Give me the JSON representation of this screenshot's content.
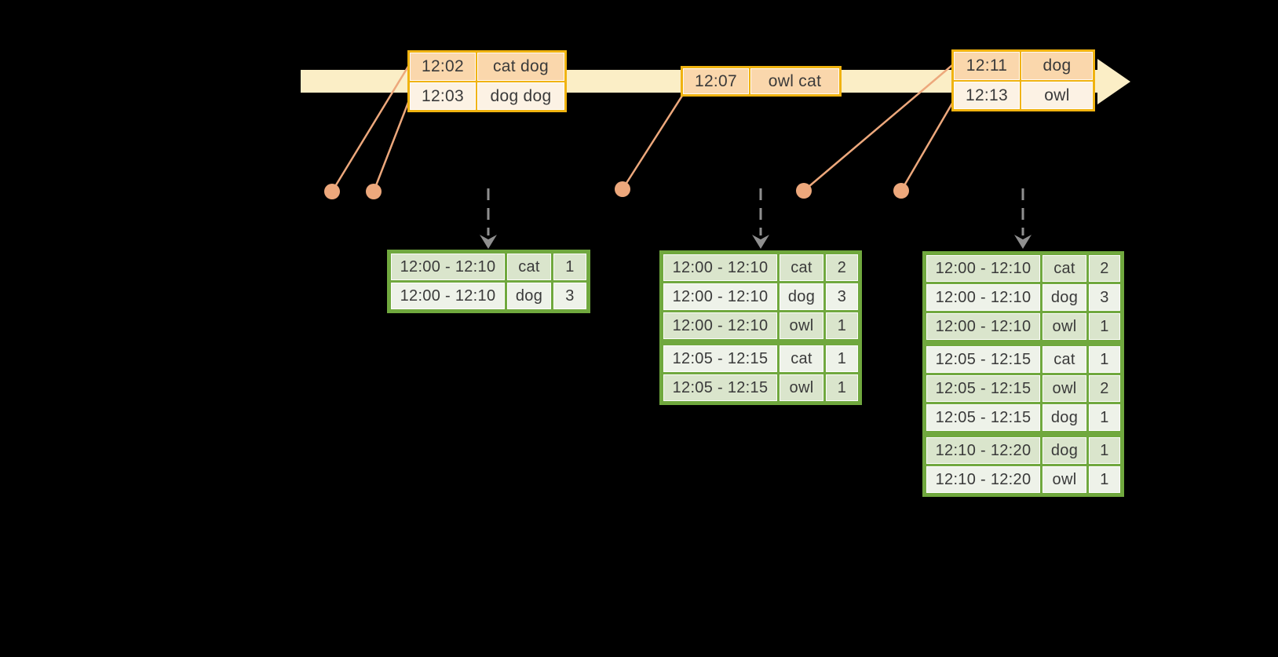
{
  "colors": {
    "background": "#000000",
    "band": "#FBEEC6",
    "orange-border": "#F0B310",
    "peach-dark": "#FAD7AC",
    "peach-light": "#FCF2E4",
    "dot": "#EDA87C",
    "green-border": "#70A83E",
    "green-dark": "#DAE5CC",
    "green-light": "#EEF2E9",
    "arrow-gray": "#8F8F8F",
    "ink": "#3A3A3A"
  },
  "timeline_events": [
    {
      "rows": [
        {
          "time": "12:02",
          "words": "cat dog"
        },
        {
          "time": "12:03",
          "words": "dog dog"
        }
      ]
    },
    {
      "rows": [
        {
          "time": "12:07",
          "words": "owl cat"
        }
      ]
    },
    {
      "rows": [
        {
          "time": "12:11",
          "words": "dog"
        },
        {
          "time": "12:13",
          "words": "owl"
        }
      ]
    }
  ],
  "result_tables": [
    {
      "rows": [
        {
          "window": "12:00 - 12:10",
          "word": "cat",
          "count": "1"
        },
        {
          "window": "12:00 - 12:10",
          "word": "dog",
          "count": "3"
        }
      ]
    },
    {
      "rows": [
        {
          "window": "12:00 - 12:10",
          "word": "cat",
          "count": "2"
        },
        {
          "window": "12:00 - 12:10",
          "word": "dog",
          "count": "3"
        },
        {
          "window": "12:00 - 12:10",
          "word": "owl",
          "count": "1"
        },
        {
          "window": "12:05 - 12:15",
          "word": "cat",
          "count": "1",
          "new_group": true
        },
        {
          "window": "12:05 - 12:15",
          "word": "owl",
          "count": "1"
        }
      ]
    },
    {
      "rows": [
        {
          "window": "12:00 - 12:10",
          "word": "cat",
          "count": "2"
        },
        {
          "window": "12:00 - 12:10",
          "word": "dog",
          "count": "3"
        },
        {
          "window": "12:00 - 12:10",
          "word": "owl",
          "count": "1"
        },
        {
          "window": "12:05 - 12:15",
          "word": "cat",
          "count": "1",
          "new_group": true
        },
        {
          "window": "12:05 - 12:15",
          "word": "owl",
          "count": "2"
        },
        {
          "window": "12:05 - 12:15",
          "word": "dog",
          "count": "1"
        },
        {
          "window": "12:10 - 12:20",
          "word": "dog",
          "count": "1",
          "new_group": true
        },
        {
          "window": "12:10 - 12:20",
          "word": "owl",
          "count": "1"
        }
      ]
    }
  ]
}
